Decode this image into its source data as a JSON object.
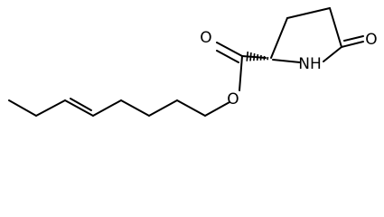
{
  "structure": {
    "atoms": {
      "ring_oxygen_label": "O",
      "ring_nitrogen_label": "NH",
      "carbonyl_oxygen_label": "O",
      "ester_oxygen_label": "O"
    },
    "stereo_bond": "hashed-wedge",
    "alkene_geometry": "trans",
    "colors": {
      "bond": "#000000",
      "label": "#000000",
      "background": "#ffffff"
    }
  }
}
